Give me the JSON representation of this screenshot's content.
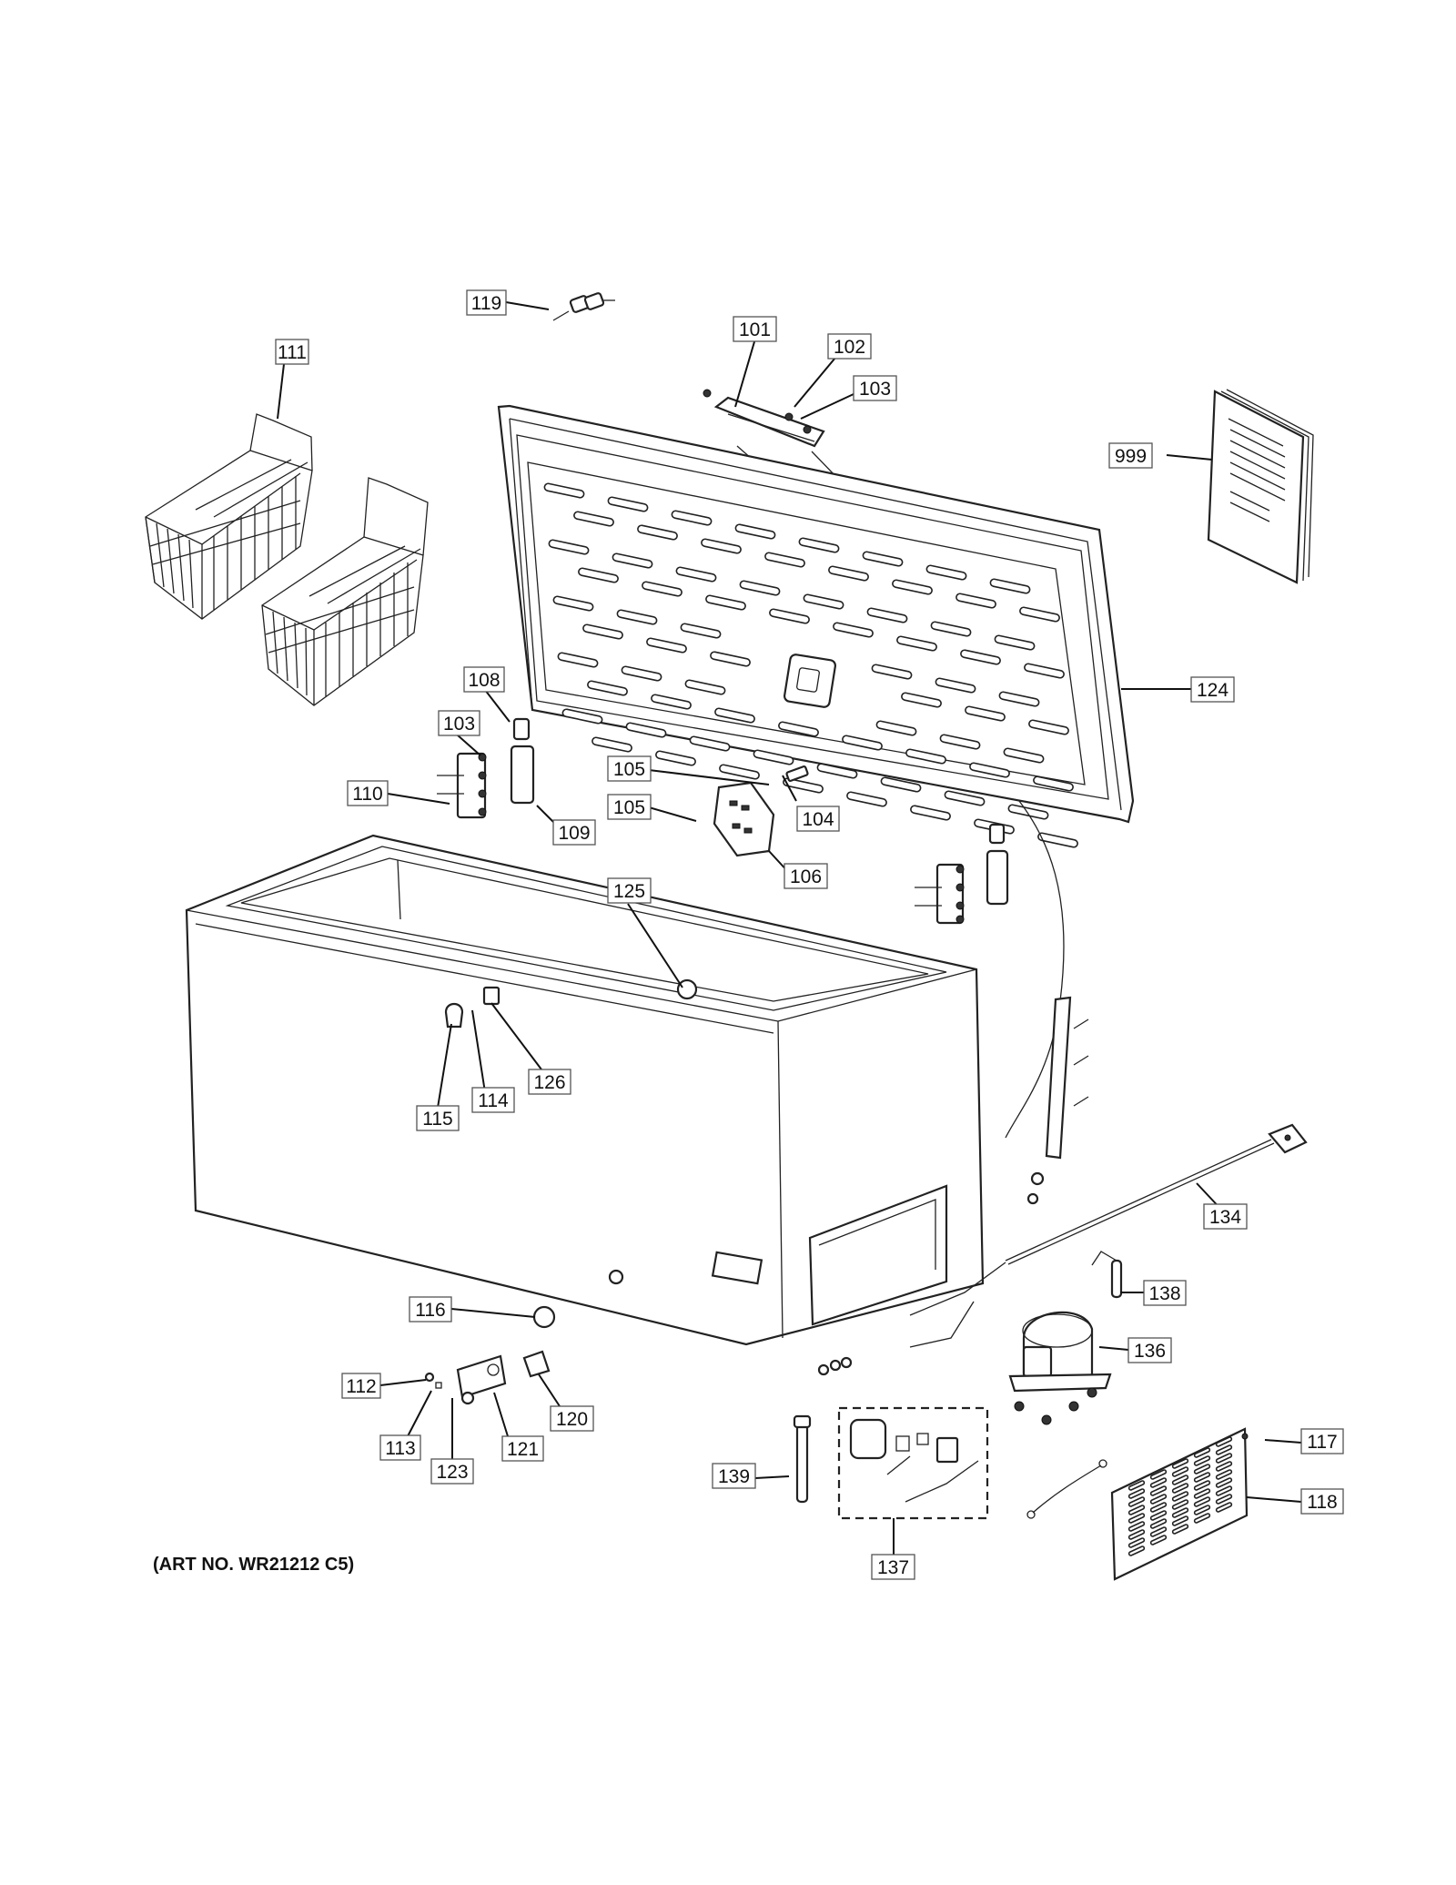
{
  "art_number": "(ART NO. WR21212 C5)",
  "callouts": [
    {
      "id": "119",
      "label": "119"
    },
    {
      "id": "111",
      "label": "111"
    },
    {
      "id": "101",
      "label": "101"
    },
    {
      "id": "102",
      "label": "102"
    },
    {
      "id": "103a",
      "label": "103"
    },
    {
      "id": "999",
      "label": "999"
    },
    {
      "id": "124",
      "label": "124"
    },
    {
      "id": "108",
      "label": "108"
    },
    {
      "id": "103b",
      "label": "103"
    },
    {
      "id": "110",
      "label": "110"
    },
    {
      "id": "109",
      "label": "109"
    },
    {
      "id": "105a",
      "label": "105"
    },
    {
      "id": "105b",
      "label": "105"
    },
    {
      "id": "104",
      "label": "104"
    },
    {
      "id": "106",
      "label": "106"
    },
    {
      "id": "125",
      "label": "125"
    },
    {
      "id": "126",
      "label": "126"
    },
    {
      "id": "114",
      "label": "114"
    },
    {
      "id": "115",
      "label": "115"
    },
    {
      "id": "134",
      "label": "134"
    },
    {
      "id": "138",
      "label": "138"
    },
    {
      "id": "136",
      "label": "136"
    },
    {
      "id": "116",
      "label": "116"
    },
    {
      "id": "112",
      "label": "112"
    },
    {
      "id": "113",
      "label": "113"
    },
    {
      "id": "123",
      "label": "123"
    },
    {
      "id": "121",
      "label": "121"
    },
    {
      "id": "120",
      "label": "120"
    },
    {
      "id": "139",
      "label": "139"
    },
    {
      "id": "137",
      "label": "137"
    },
    {
      "id": "117",
      "label": "117"
    },
    {
      "id": "118",
      "label": "118"
    }
  ]
}
